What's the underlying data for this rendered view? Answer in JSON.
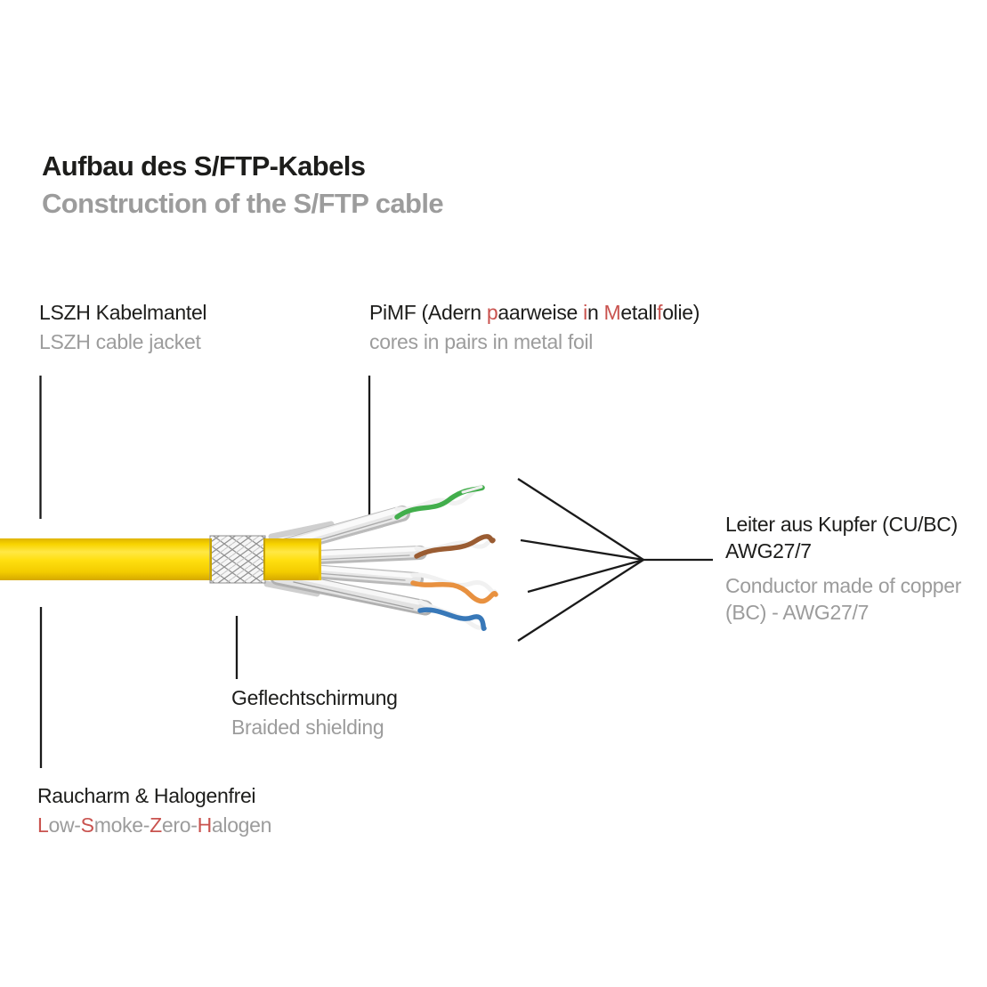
{
  "title": {
    "de": "Aufbau des S/FTP-Kabels",
    "en": "Construction of the S/FTP cable"
  },
  "labels": {
    "jacket": {
      "de": "LSZH Kabelmantel",
      "en": "LSZH cable jacket"
    },
    "pimf": {
      "de": [
        {
          "t": "PiMF (Adern "
        },
        {
          "t": "p"
        },
        {
          "t": "aarweise "
        },
        {
          "t": "i"
        },
        {
          "t": "n "
        },
        {
          "t": "M"
        },
        {
          "t": "etall"
        },
        {
          "t": "f"
        },
        {
          "t": "olie)"
        }
      ],
      "en": "cores in pairs in metal foil"
    },
    "conductor": {
      "de_line1": "Leiter aus Kupfer (CU/BC)",
      "de_line2": "AWG27/7",
      "en_line1": "Conductor made of copper",
      "en_line2": "(BC) - AWG27/7"
    },
    "braid": {
      "de": "Geflechtschirmung",
      "en": "Braided shielding"
    },
    "lszh": {
      "de": "Raucharm & Halogenfrei",
      "en": [
        {
          "t": "L"
        },
        {
          "t": "ow-"
        },
        {
          "t": "S"
        },
        {
          "t": "moke-"
        },
        {
          "t": "Z"
        },
        {
          "t": "ero-"
        },
        {
          "t": "H"
        },
        {
          "t": "alogen"
        }
      ]
    }
  },
  "colors": {
    "accent_red": "#c9534f",
    "text_black": "#1d1d1b",
    "text_gray": "#9c9c9c",
    "cable_yellow": "#ffdd00",
    "wire_green": "#42ae4c",
    "wire_brown": "#9a5c32",
    "wire_orange": "#e89140",
    "wire_blue": "#3878b8",
    "foil_silver": "#dcdcdc"
  }
}
